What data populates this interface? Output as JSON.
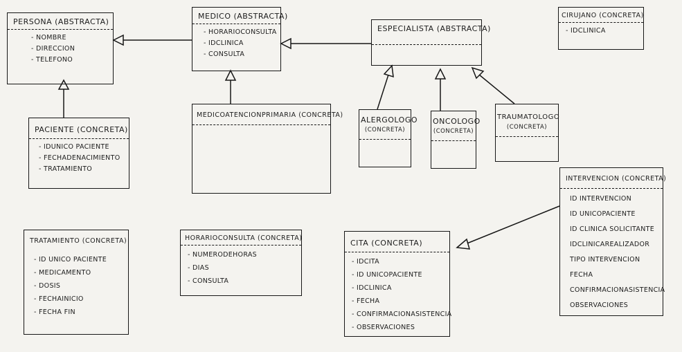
{
  "classes": {
    "persona": {
      "title": "Persona (Abstracta)",
      "attrs": [
        "- Nombre",
        "- Direccion",
        "- Telefono"
      ]
    },
    "medico": {
      "title": "Medico (Abstracta)",
      "attrs": [
        "- HorarioConsulta",
        "- idClinica",
        "- Consulta"
      ]
    },
    "especialista": {
      "title": "Especialista (Abstracta)"
    },
    "cirujano": {
      "title": "Cirujano (Concreta)",
      "attrs": [
        "- idClinica"
      ]
    },
    "paciente": {
      "title": "Paciente (Concreta)",
      "attrs": [
        "- idUnico Paciente",
        "- FechaDeNacimiento",
        "- Tratamiento"
      ]
    },
    "medico_ap": {
      "title": "MedicoAtencionPrimaria (Concreta)"
    },
    "alergologo": {
      "title": "Alergologo",
      "sub": "(Concreta)"
    },
    "oncologo": {
      "title": "Oncologo",
      "sub": "(Concreta)"
    },
    "traumatologo": {
      "title": "Traumatologo",
      "sub": "(Concreta)"
    },
    "intervencion": {
      "title": "Intervencion (Concreta)",
      "attrs": [
        "id Intervencion",
        "id UnicoPaciente",
        "id Clinica Solicitante",
        "idClinicaRealizador",
        "Tipo Intervencion",
        "Fecha",
        "ConfirmacionAsistencia",
        "Observaciones"
      ]
    },
    "tratamiento": {
      "title": "Tratamiento (Concreta)",
      "attrs": [
        "- id Unico Paciente",
        "- Medicamento",
        "- Dosis",
        "- FechaInicio",
        "- Fecha Fin"
      ]
    },
    "horario": {
      "title": "HorarioConsulta (Concreta)",
      "attrs": [
        "- NumeroDeHoras",
        "- Dias",
        "- Consulta"
      ]
    },
    "cita": {
      "title": "Cita (Concreta)",
      "attrs": [
        "- idCita",
        "- id UnicoPaciente",
        "- idClinica",
        "- Fecha",
        "- ConfirmacionAsistencia",
        "- Observaciones"
      ]
    }
  }
}
